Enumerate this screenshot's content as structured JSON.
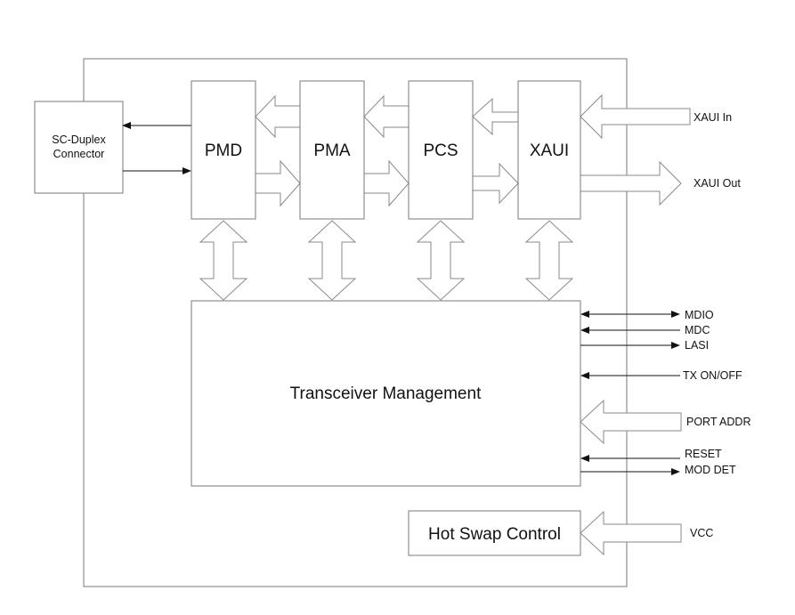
{
  "blocks": {
    "connector_line1": "SC-Duplex",
    "connector_line2": "Connector",
    "pmd": "PMD",
    "pma": "PMA",
    "pcs": "PCS",
    "xaui": "XAUI",
    "management": "Transceiver Management",
    "hot_swap": "Hot Swap Control"
  },
  "signals": {
    "xaui_in": "XAUI In",
    "xaui_out": "XAUI Out",
    "mdio": "MDIO",
    "mdc": "MDC",
    "lasi": "LASI",
    "tx_on_off": "TX ON/OFF",
    "port_addr": "PORT ADDR",
    "reset": "RESET",
    "mod_det": "MOD DET",
    "vcc": "VCC"
  }
}
